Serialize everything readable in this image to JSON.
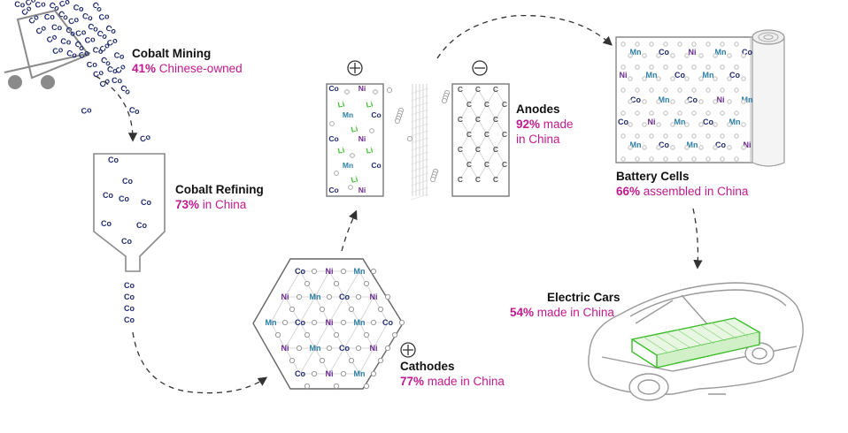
{
  "colors": {
    "magenta": "#c2198f",
    "navy": "#1f2a6e",
    "purple": "#6a2c8c",
    "teal": "#2e7fa6",
    "green": "#3cbd2a",
    "gray": "#8a8a8a"
  },
  "stages": {
    "cobalt_mining": {
      "title": "Cobalt Mining",
      "pct": "41%",
      "desc": " Chinese-owned"
    },
    "cobalt_refining": {
      "title": "Cobalt Refining",
      "pct": "73%",
      "desc": " in China"
    },
    "cathodes": {
      "title": "Cathodes",
      "pct": "77%",
      "desc": " made in China"
    },
    "anodes": {
      "title": "Anodes",
      "pct": "92%",
      "desc_line1": " made",
      "desc_line2": "in China"
    },
    "battery_cells": {
      "title": "Battery Cells",
      "pct": "66%",
      "desc": " assembled in China"
    },
    "electric_cars": {
      "title": "Electric Cars",
      "pct": "54%",
      "desc": " made in China"
    }
  },
  "elements": {
    "cobalt": "Co",
    "nickel": "Ni",
    "manganese": "Mn",
    "lithium": "Li",
    "carbon": "C"
  },
  "icons": [
    "mine-cart-icon",
    "funnel-icon",
    "plus-terminal-icon",
    "minus-terminal-icon",
    "battery-roll-icon",
    "electric-car-icon"
  ]
}
